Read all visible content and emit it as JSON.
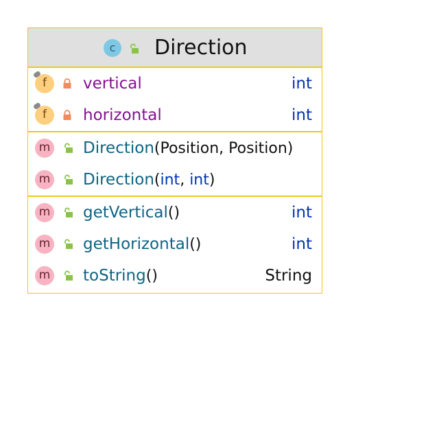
{
  "class": {
    "kind_badge": "c",
    "name": "Direction"
  },
  "fields": [
    {
      "badge": "f",
      "name": "vertical",
      "type": "int"
    },
    {
      "badge": "f",
      "name": "horizontal",
      "type": "int"
    }
  ],
  "constructors": [
    {
      "badge": "m",
      "name": "Direction",
      "params": "(Position, Position)"
    },
    {
      "badge": "m",
      "name": "Direction",
      "params_open": "(",
      "param1": "int",
      "param_sep": ", ",
      "param2": "int",
      "params_close": ")"
    }
  ],
  "methods": [
    {
      "badge": "m",
      "name": "getVertical",
      "params": "()",
      "type": "int"
    },
    {
      "badge": "m",
      "name": "getHorizontal",
      "params": "()",
      "type": "int"
    },
    {
      "badge": "m",
      "name": "toString",
      "params": "()",
      "type": "String"
    }
  ],
  "colors": {
    "border": "#f5c518",
    "header_bg": "#e0e0e0",
    "field_name": "#871094",
    "method_name": "#0e6482",
    "keyword": "#0033b3",
    "field_badge": "#ffcf80",
    "method_badge": "#f7b3c2",
    "class_badge": "#7ec8e3",
    "lock_private": "#f08a5d",
    "lock_public": "#8bc34a"
  }
}
